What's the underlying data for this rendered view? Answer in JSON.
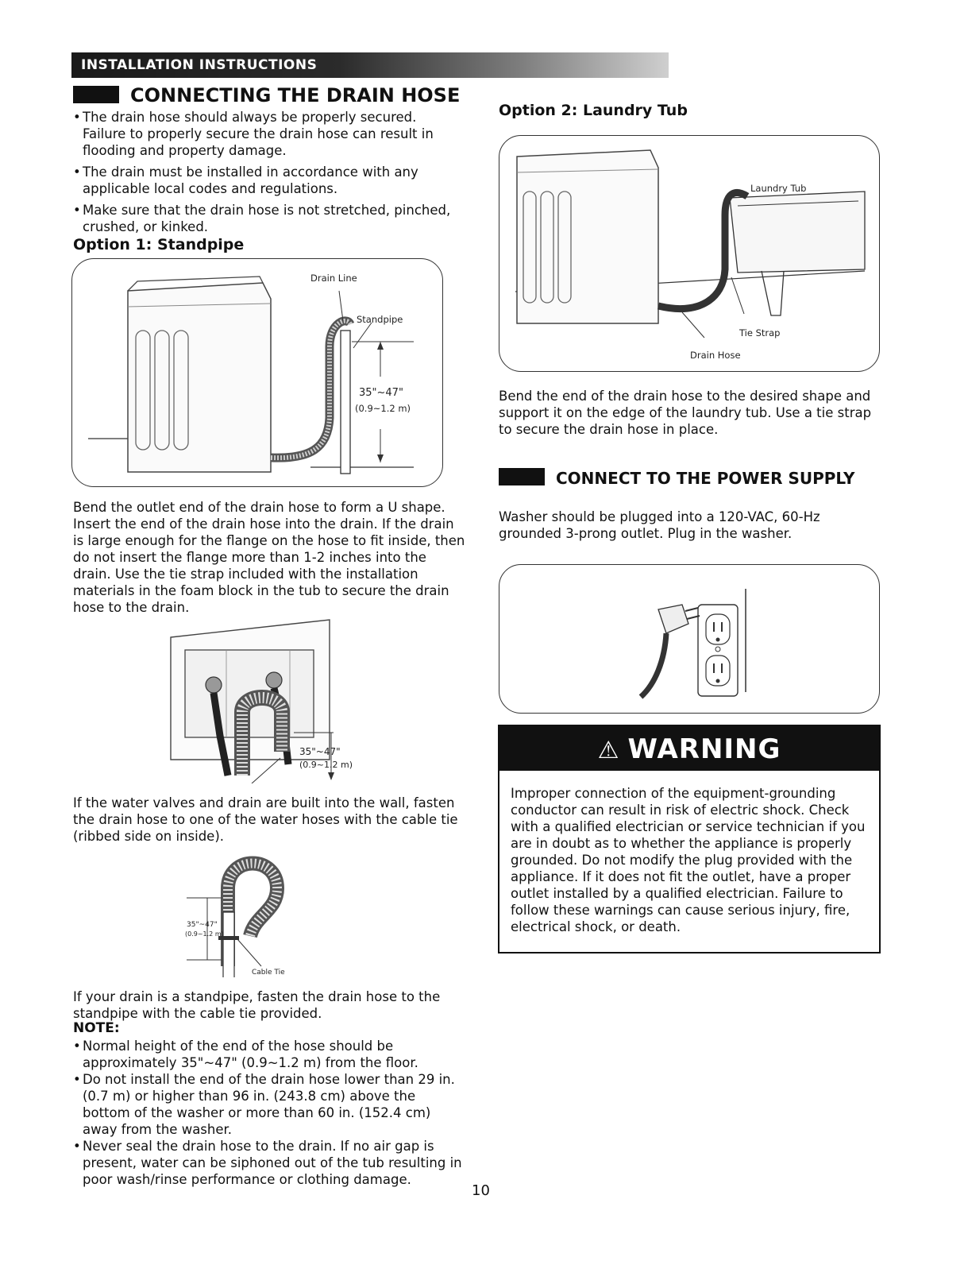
{
  "banner": {
    "title": "INSTALLATION INSTRUCTIONS"
  },
  "drain_section": {
    "title": "CONNECTING THE DRAIN HOSE",
    "bullets": [
      "The drain hose should always be properly secured. Failure to properly secure the drain hose can result in flooding and property damage.",
      "The drain must be installed in accordance with any applicable local codes and regulations.",
      "Make sure that the drain hose is not stretched, pinched, crushed, or kinked."
    ],
    "option1": {
      "title": "Option 1: Standpipe",
      "labels": {
        "drain_line": "Drain Line",
        "standpipe": "Standpipe",
        "height": "35\"~47\"",
        "height_m": "(0.9~1.2 m)"
      },
      "text": "Bend the outlet end of the drain hose to form a U shape. Insert the end of the drain hose into the drain. If the drain is large enough for the flange on the hose to fit inside, then do not insert the flange more than 1-2 inches into the drain. Use the tie strap included with the installation materials in the foam block in the tub to secure the drain hose to the drain."
    },
    "wall": {
      "labels": {
        "height": "35\"~47\"",
        "height_m": "(0.9~1.2 m)"
      },
      "text": "If the water valves and drain are built into the wall, fasten the drain hose to one of the water hoses with the cable tie (ribbed side on inside)."
    },
    "cable": {
      "labels": {
        "height": "35\"~47\"",
        "height_m": "(0.9~1.2 m)",
        "cable_tie": "Cable Tie"
      },
      "text": "If your drain is a standpipe, fasten the drain hose to the standpipe with the cable tie provided."
    },
    "note_title": "NOTE:",
    "notes": [
      "Normal height of the end of the hose should be approximately 35\"~47\" (0.9~1.2 m) from the floor.",
      "Do not install the end of the drain hose lower than 29 in. (0.7 m) or higher than 96 in. (243.8 cm) above the bottom of the washer or more than 60 in. (152.4 cm) away from the washer.",
      "Never seal the drain hose to the drain. If no air gap is present, water can be siphoned out of the tub resulting in poor wash/rinse performance or clothing damage."
    ]
  },
  "option2": {
    "title": "Option 2: Laundry Tub",
    "labels": {
      "laundry_tub": "Laundry Tub",
      "tie_strap": "Tie Strap",
      "drain_hose": "Drain Hose"
    },
    "text": "Bend the end of the drain hose to the desired shape and support it on the edge of the laundry tub. Use a tie strap to secure the drain hose in place."
  },
  "power_section": {
    "title": "CONNECT TO THE POWER SUPPLY",
    "text": "Washer should be plugged into a 120-VAC, 60-Hz grounded 3-prong outlet. Plug in the washer."
  },
  "warning": {
    "title": "WARNING",
    "text": "Improper connection of the equipment-grounding conductor can result in risk of electric shock. Check with a qualified electrician or service technician if you are in doubt as to whether the appliance is properly grounded. Do not modify the plug provided with the appliance. If it does not fit the outlet, have a proper outlet installed by a qualified electrician. Failure to follow these warnings can cause serious injury, fire, electrical shock, or death."
  },
  "page_number": "10"
}
